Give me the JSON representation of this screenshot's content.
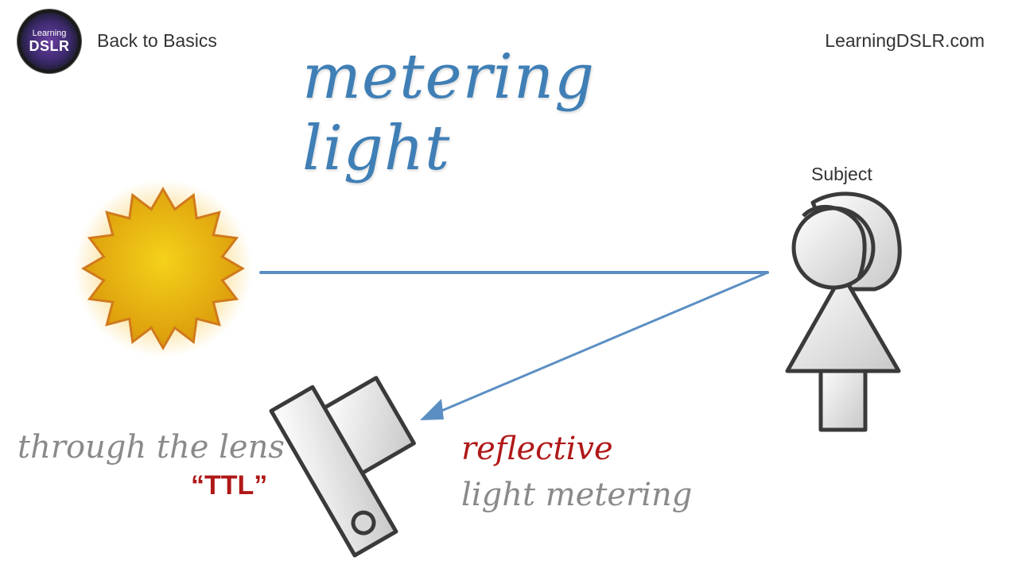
{
  "header": {
    "logo_line1": "Learning",
    "logo_line2": "DSLR",
    "left_text": "Back to Basics",
    "right_text": "LearningDSLR.com"
  },
  "title": "metering light",
  "diagram": {
    "subject_label": "Subject",
    "ttl_caption": "through the lens",
    "ttl_abbrev": "“TTL”",
    "reflective_caption": "reflective",
    "metering_caption": "light metering"
  },
  "colors": {
    "title_blue": "#3f7fb6",
    "arrow_blue": "#5b8fc4",
    "accent_red": "#b01818",
    "caption_gray": "#8a8a8a",
    "sun_fill": "#e2a90b",
    "sun_stroke": "#d07a1c"
  }
}
